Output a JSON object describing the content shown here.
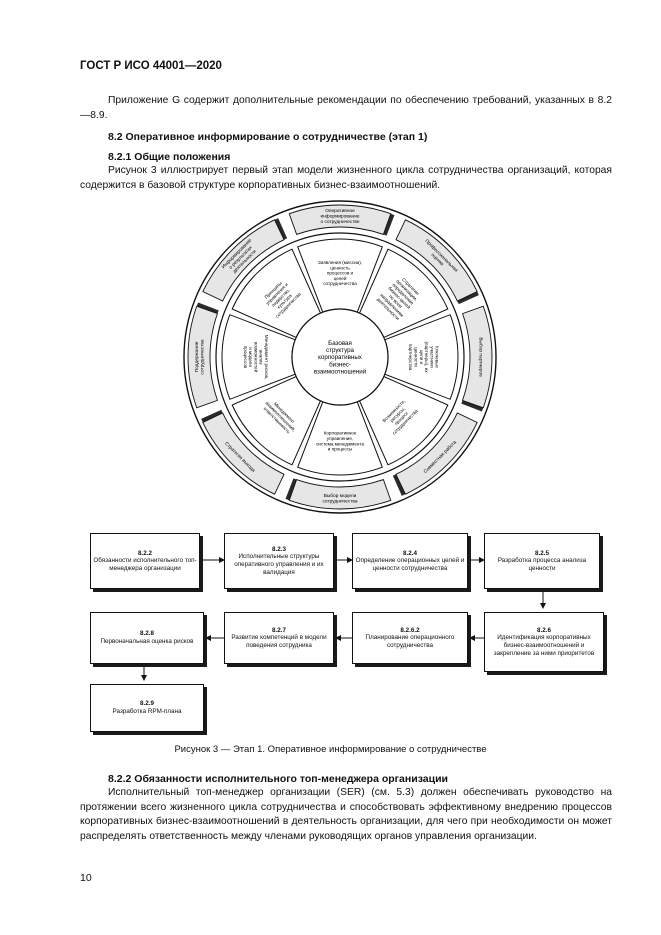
{
  "header": {
    "standard": "ГОСТ Р ИСО 44001—2020"
  },
  "body": {
    "para1": "Приложение G содержит дополнительные рекомендации по обеспечению требований, указанных в 8.2—8.9.",
    "section_82": "8.2 Оперативное информирование о сотрудничестве (этап 1)",
    "section_821": "8.2.1 Общие положения",
    "para2": "Рисунок 3 иллюстрирует первый этап модели жизненного цикла сотрудничества организаций, которая содержится в базовой структуре корпоративных бизнес-взаимоотношений.",
    "caption": "Рисунок 3 — Этап 1. Оперативное информирование о сотрудничестве",
    "section_822": "8.2.2 Обязанности исполнительного топ-менеджера организации",
    "para3": "Исполнительный топ-менеджер организации (SER) (см. 5.3) должен обеспечивать руководство на протяжении всего жизненного цикла сотрудничества и способствовать эффективному внедрению процессов корпоративных бизнес-взаимоотношений в деятельность организации, для чего при необходимости он может распределять ответственность между членами руководящих органов управления организации.",
    "page_number": "10"
  },
  "wheel": {
    "center": [
      "Базовая",
      "структура",
      "корпоративных",
      "бизнес-",
      "взаимоотношений"
    ],
    "outer": [
      [
        "Оперативное",
        "информирование",
        "о сотрудничестве"
      ],
      [
        "Профессиональная",
        "оценка"
      ],
      [
        "Выбор партнеров"
      ],
      [
        "Совместная работа"
      ],
      [
        "Выбор модели",
        "сотрудничества"
      ],
      [
        "Стратегия выхода"
      ],
      [
        "Поддержание",
        "сотрудничества"
      ],
      [
        "Информирование",
        "о результатах",
        "деятельности"
      ]
    ],
    "inner": [
      [
        "Заявления (миссии),",
        "ценность",
        "процессов и",
        "целей",
        "сотрудничества"
      ],
      [
        "Стратегия",
        "организации,",
        "определение",
        "бизнес-целей",
        "по всем",
        "направлениям",
        "деятельности"
      ],
      [
        "Ключевые",
        "участники",
        "(партнеры), их",
        "цели и",
        "ценности",
        "партнерства"
      ],
      [
        "Возможности,",
        "ресурсы,",
        "процесс",
        "сотрудничества"
      ],
      [
        "Корпоративное",
        "управление,",
        "система менеджмента",
        "и процессы"
      ],
      [
        "Менеджмент",
        "взаимоотношений,",
        "ответственность"
      ],
      [
        "Менеджмент рисков,",
        "анализ",
        "возможностей",
        "и модели",
        "процессов"
      ],
      [
        "Принципы",
        "управления и",
        "лидерство,",
        "культура",
        "сотрудничества"
      ]
    ]
  },
  "flow": {
    "row1": [
      {
        "num": "8.2.2",
        "text": "Обязанности исполнительного топ-менеджера организации"
      },
      {
        "num": "8.2.3",
        "text": "Исполнительные структуры оперативного управления и их валидация"
      },
      {
        "num": "8.2.4",
        "text": "Определение операционных целей и ценности сотрудничества"
      },
      {
        "num": "8.2.5",
        "text": "Разработка процесса анализа ценности"
      }
    ],
    "row2": [
      {
        "num": "8.2.8",
        "text": "Первоначальная оценка рисков"
      },
      {
        "num": "8.2.7",
        "text": "Развитие компетенций в модели поведения сотрудника"
      },
      {
        "num": "8.2.6.2",
        "text": "Планирование операционного сотрудничества"
      },
      {
        "num": "8.2.6",
        "text": "Идентификация корпоративных бизнес-взаимоотношений и закрепление за ними приоритетов"
      }
    ],
    "row3": [
      {
        "num": "8.2.9",
        "text": "Разработка RPM-плана"
      }
    ]
  }
}
